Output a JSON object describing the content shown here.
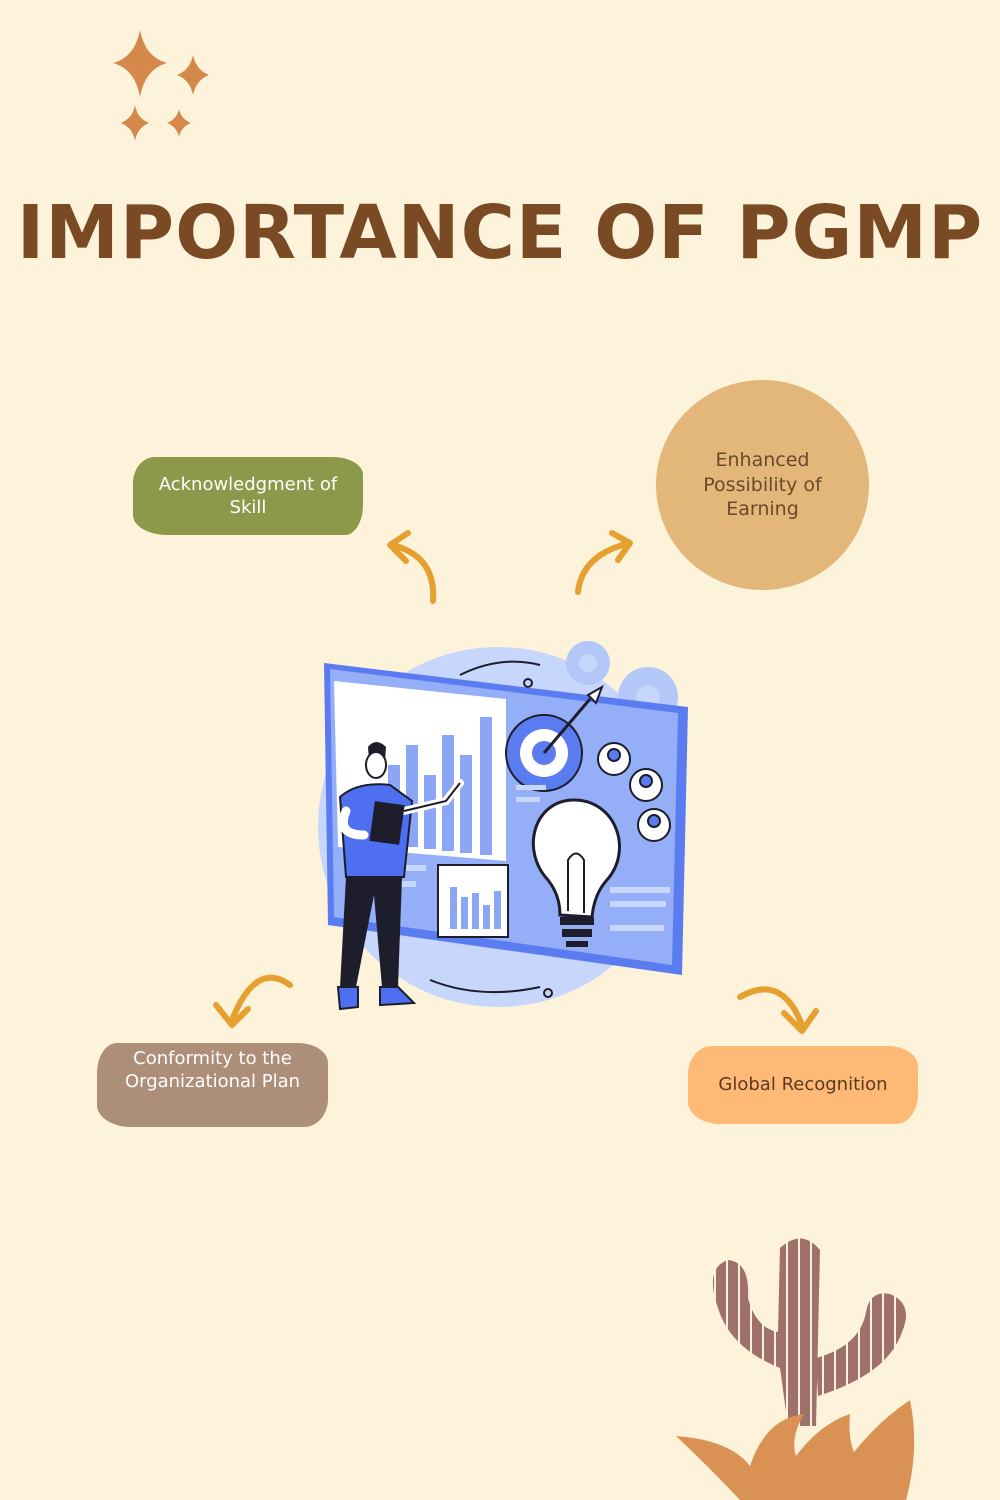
{
  "title": "IMPORTANCE OF PGMP",
  "nodes": {
    "skill": "Acknowledgment of Skill",
    "earning": "Enhanced Possibility of Earning",
    "conformity": "Conformity to the Organizational Plan",
    "global": "Global Recognition"
  },
  "colors": {
    "background": "#fdf2da",
    "title": "#7a4a24",
    "skill": "#8b9a4a",
    "earning": "#e3b679",
    "conformity": "#ad8e78",
    "global": "#ffb977",
    "arrow": "#e5a030",
    "illustration_blue": "#5b7cf0"
  }
}
